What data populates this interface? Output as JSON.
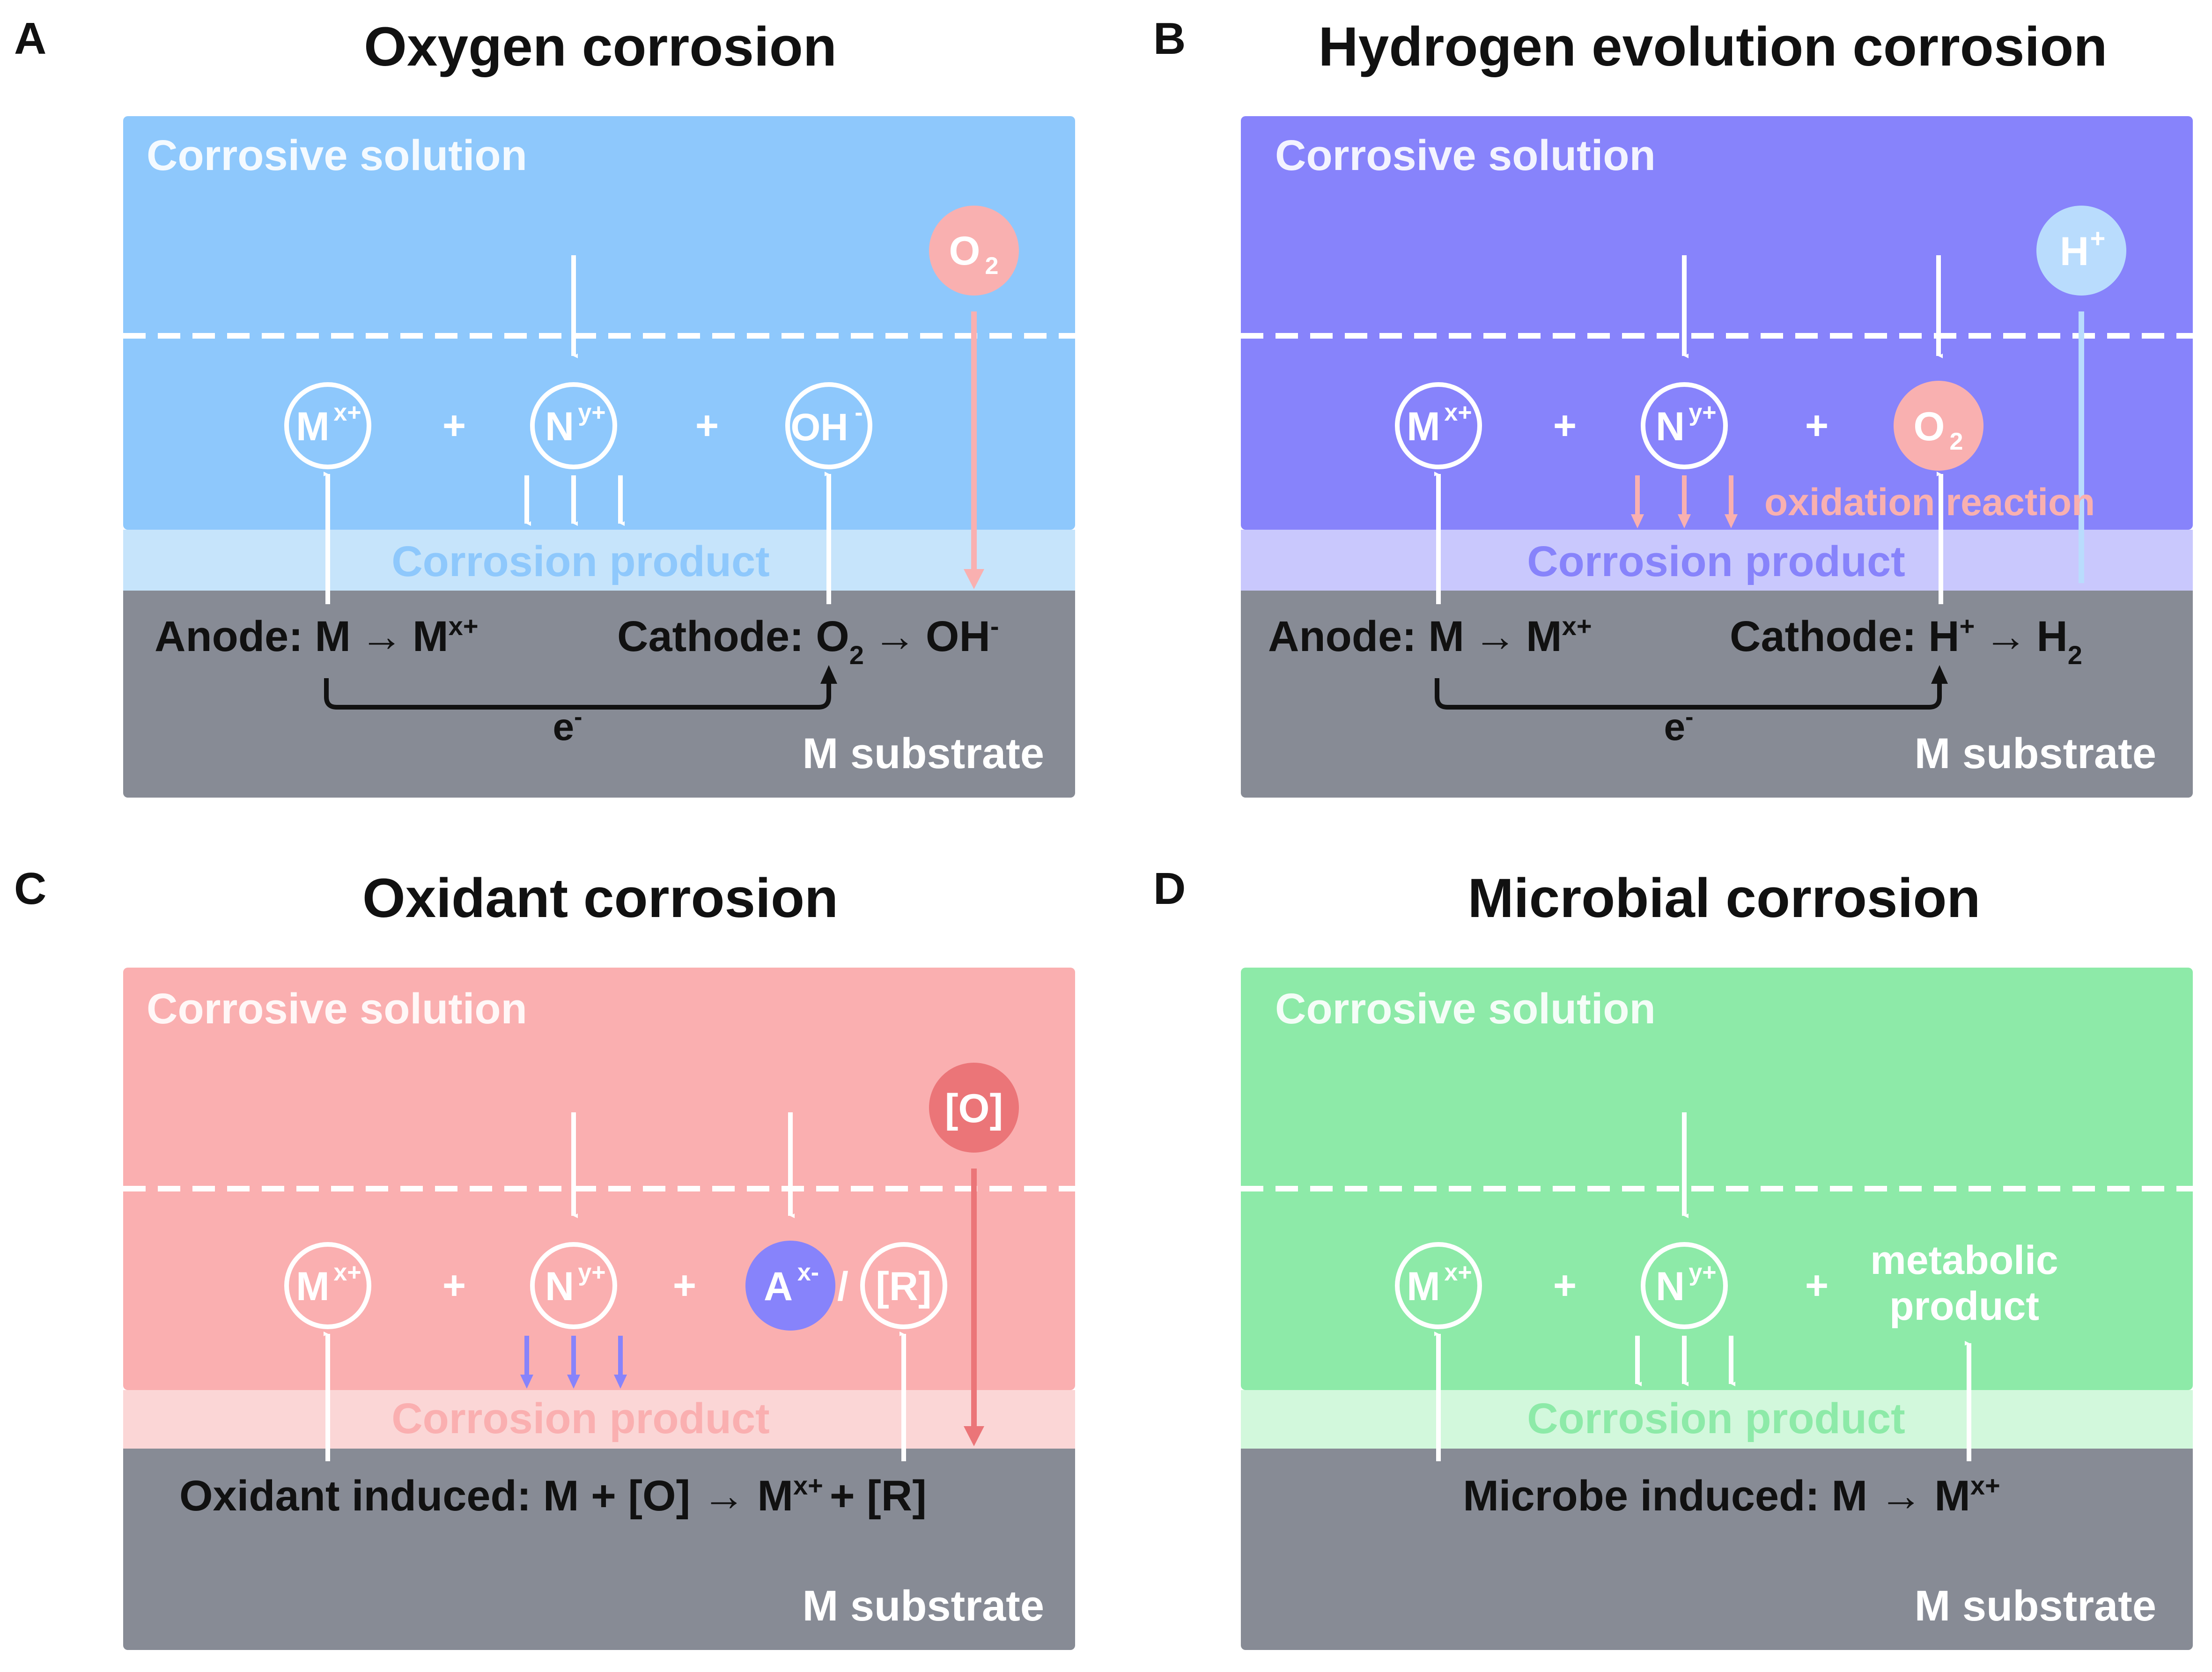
{
  "common": {
    "solution_label": "Corrosive solution",
    "product_label": "Corrosion product",
    "substrate_label": "M substrate",
    "electron_label": "e",
    "electron_sup": "-",
    "plus": "+",
    "slash": "/"
  },
  "colors": {
    "substrate": "#878B95",
    "white": "#ffffff",
    "black": "#111111"
  },
  "panels": {
    "A": {
      "letter": "A",
      "title": "Oxygen corrosion",
      "solution_color": "#8EC8FC",
      "product_color": "#C6E4FB",
      "product_text_color": "#8EC8FC",
      "ion1": {
        "base": "M",
        "sup": "x+"
      },
      "ion2": {
        "base": "N",
        "sup": "y+"
      },
      "ion3": {
        "base": "OH",
        "sup": "-"
      },
      "reactant": {
        "base": "O",
        "sub": "2",
        "color": "#F9B0B0"
      },
      "anode": {
        "label": "Anode: M",
        "arrow": "→",
        "product": "M",
        "sup": "x+"
      },
      "cathode": {
        "label": "Cathode: O",
        "sub": "2",
        "arrow": "→",
        "product": "OH",
        "sup": "-"
      }
    },
    "B": {
      "letter": "B",
      "title": "Hydrogen evolution corrosion",
      "solution_color": "#8783FB",
      "product_color": "#C9C8FD",
      "product_text_color": "#8783FB",
      "ion1": {
        "base": "M",
        "sup": "x+"
      },
      "ion2": {
        "base": "N",
        "sup": "y+"
      },
      "ion3": {
        "base": "O",
        "sub": "2",
        "color": "#F9B0B0"
      },
      "reactant": {
        "base": "H",
        "sup": "+",
        "color": "#B9DCFD"
      },
      "oxidation_label": "oxidation reaction",
      "oxidation_color": "#F9B0B0",
      "anode": {
        "label": "Anode: M",
        "arrow": "→",
        "product": "M",
        "sup": "x+"
      },
      "cathode": {
        "label": "Cathode: H",
        "sup": "+",
        "arrow": "→",
        "product": "H",
        "sub": "2"
      }
    },
    "C": {
      "letter": "C",
      "title": "Oxidant corrosion",
      "solution_color": "#FAAFB0",
      "product_color": "#FBD6D6",
      "product_text_color": "#FAAFB0",
      "ion1": {
        "base": "M",
        "sup": "x+"
      },
      "ion2": {
        "base": "N",
        "sup": "y+"
      },
      "ion3": {
        "base": "A",
        "sup": "x-",
        "color": "#8783FB"
      },
      "ion4": {
        "base": "[R]"
      },
      "reactant": {
        "base": "[O]",
        "color": "#EB7578"
      },
      "arrow_color": "#8783FB",
      "reaction": {
        "text": "Oxidant induced: M + [O] → M",
        "sup": "x+",
        "tail": "+ [R]"
      }
    },
    "D": {
      "letter": "D",
      "title": "Microbial corrosion",
      "solution_color": "#8DEAA8",
      "product_color": "#D2F8DC",
      "product_text_color": "#8DEAA8",
      "ion1": {
        "base": "M",
        "sup": "x+"
      },
      "ion2": {
        "base": "N",
        "sup": "y+"
      },
      "metabolic_line1": "metabolic",
      "metabolic_line2": "product",
      "reaction": {
        "text": "Microbe induced: M → M",
        "sup": "x+"
      }
    }
  }
}
